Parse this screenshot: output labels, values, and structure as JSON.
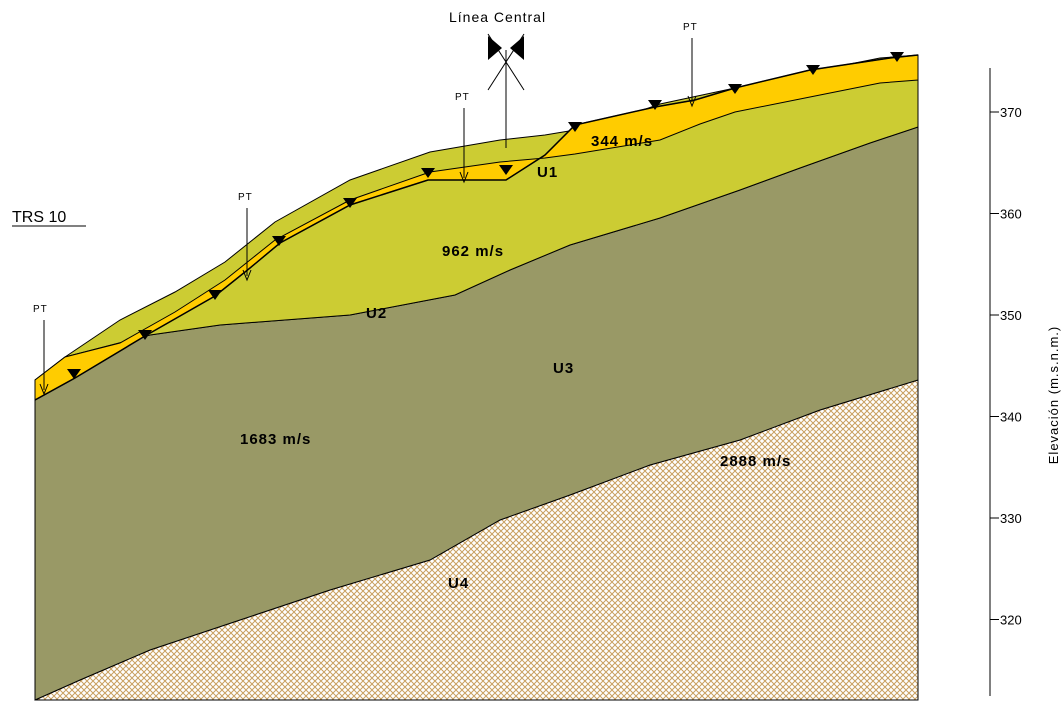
{
  "title": "TRS 10",
  "center_line_label": "Línea Central",
  "pt_label": "PT",
  "axis": {
    "label": "Elevación (m.s.n.m.)",
    "ticks": [
      "370",
      "360",
      "350",
      "340",
      "330",
      "320"
    ]
  },
  "units": [
    {
      "name": "U1",
      "velocity": "344 m/s",
      "color": "#ffcc00"
    },
    {
      "name": "U2",
      "velocity": "962 m/s",
      "color": "#cccc33"
    },
    {
      "name": "U3",
      "velocity": "1683 m/s",
      "color": "#999966"
    },
    {
      "name": "U4",
      "velocity": "2888 m/s",
      "color": "#cc9966"
    }
  ],
  "colors": {
    "u1": "#ffcc00",
    "u2": "#cccc33",
    "u3": "#999966",
    "u4_hatch": "#c8a060",
    "outline": "#000000"
  }
}
